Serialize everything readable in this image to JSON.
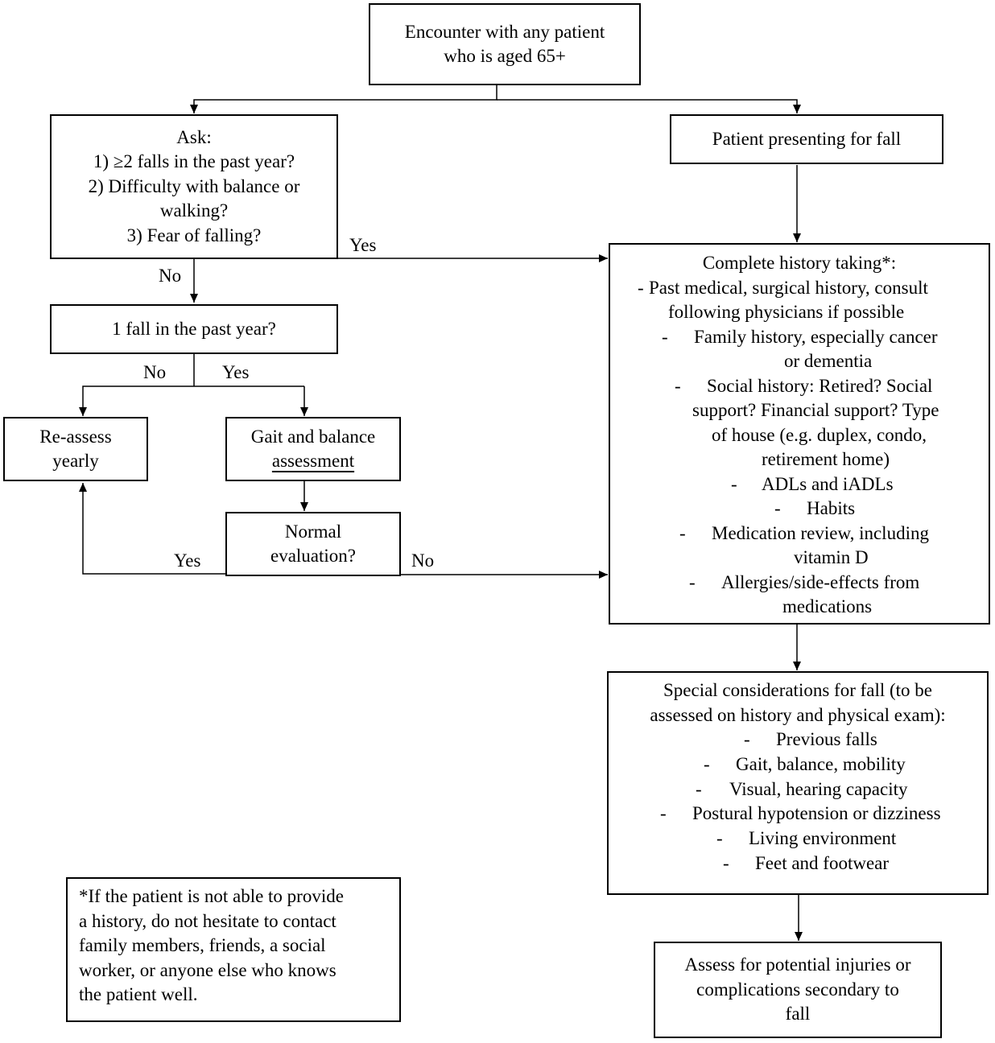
{
  "start": {
    "lines": [
      "Encounter with any patient",
      "who is aged 65+"
    ]
  },
  "ask": {
    "lines": [
      "Ask:",
      "1) ≥2 falls in the past year?",
      "2) Difficulty with balance or",
      "walking?",
      "3) Fear of falling?"
    ]
  },
  "presenting": {
    "label": "Patient presenting for fall"
  },
  "one_fall": {
    "label": "1 fall in the past year?"
  },
  "reassess": {
    "lines": [
      "Re-assess",
      "yearly"
    ]
  },
  "gait": {
    "line1": "Gait and balance",
    "line2": "assessment"
  },
  "normal_eval": {
    "lines": [
      "Normal",
      "evaluation?"
    ]
  },
  "history": {
    "title": "Complete history taking*:",
    "items": [
      {
        "dash": "-",
        "lines": [
          "Past medical, surgical history, consult",
          "following physicians if possible"
        ]
      },
      {
        "dash": "-",
        "lines": [
          "Family history, especially cancer",
          "or dementia"
        ]
      },
      {
        "dash": "-",
        "lines": [
          "Social history: Retired? Social",
          "support? Financial support? Type",
          "of house (e.g. duplex, condo,",
          "retirement home)"
        ]
      },
      {
        "dash": "-",
        "lines": [
          "ADLs and iADLs"
        ]
      },
      {
        "dash": "-",
        "lines": [
          "Habits"
        ]
      },
      {
        "dash": "-",
        "lines": [
          "Medication review, including",
          "vitamin D"
        ]
      },
      {
        "dash": "-",
        "lines": [
          "Allergies/side-effects  from",
          "medications"
        ]
      }
    ]
  },
  "special": {
    "title_lines": [
      "Special considerations for fall (to be",
      "assessed on history and physical exam):"
    ],
    "items": [
      {
        "dash": "-",
        "text": "Previous falls"
      },
      {
        "dash": "-",
        "text": "Gait, balance, mobility"
      },
      {
        "dash": "-",
        "text": "Visual, hearing capacity"
      },
      {
        "dash": "-",
        "text": "Postural hypotension or dizziness"
      },
      {
        "dash": "-",
        "text": "Living environment"
      },
      {
        "dash": "-",
        "text": "Feet and footwear"
      }
    ]
  },
  "assess_injuries": {
    "lines": [
      "Assess for potential injuries or",
      "complications secondary to",
      "fall"
    ]
  },
  "note": {
    "lines": [
      "*If the patient is not able to provide",
      "a history, do not hesitate to contact",
      "family members, friends, a social",
      "worker, or anyone else who knows",
      "the patient well."
    ]
  },
  "edge_labels": {
    "ask_yes": "Yes",
    "ask_no": "No",
    "one_fall_no": "No",
    "one_fall_yes": "Yes",
    "normal_yes": "Yes",
    "normal_no": "No"
  },
  "colors": {
    "line": "#000000",
    "background": "#ffffff"
  }
}
